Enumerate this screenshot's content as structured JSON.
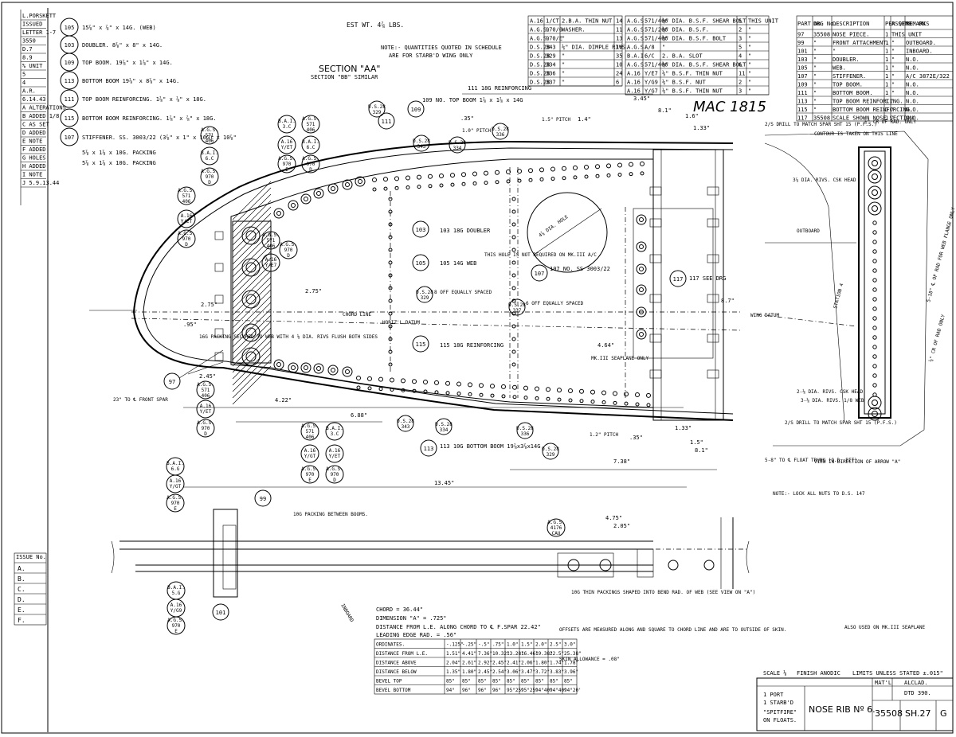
{
  "header": {
    "est_weight": "EST WT. 4⅞ LBS.",
    "quantity_note_line1": "NOTE:- QUANTITIES QUOTED IN SCHEDULE",
    "quantity_note_line2": "ARE FOR STARB'D WING ONLY",
    "section_title": "SECTION \"AA\"",
    "section_sub": "SECTION \"BB\" SIMILAR",
    "handwritten": "MAC 1815"
  },
  "left_strip": {
    "lines": [
      "L.PORSKETT",
      "ISSUED",
      "LETTER 1-7",
      "3550",
      "D.7",
      "8.9",
      "% UNIT",
      "5",
      "4",
      "A.R.",
      "6.14.43",
      "A ALTERATIONS",
      "B ADDED 1/8",
      "C AS SET",
      "D ADDED",
      "E NOTE",
      "F ADDED",
      "G HOLES",
      "H ADDED",
      "I NOTE",
      "J 5.9.13.44"
    ],
    "issue_label": "ISSUE No.",
    "issues": [
      "A.",
      "B.",
      "C.",
      "D.",
      "E.",
      "F."
    ]
  },
  "part_list": [
    {
      "no": "105",
      "text": "15⅞\" x ⅞\" x 14G. (WEB)"
    },
    {
      "no": "103",
      "text": "DOUBLER. 8⅞\" x 8\" x 14G."
    },
    {
      "no": "109",
      "text": "TOP BOOM. 19⅞\" x 1⅞\" x 14G."
    },
    {
      "no": "113",
      "text": "BOTTOM BOOM 19⅞\" x 8⅞\" x 14G."
    },
    {
      "no": "111",
      "text": "TOP BOOM REINFORCING. 1⅞\" x ⅞\" x 18G."
    },
    {
      "no": "115",
      "text": "BOTTOM BOOM REINFORCING. 1⅞\" x ⅞\" x 18G."
    },
    {
      "no": "107",
      "text": "STIFFENER. SS. 3003/22 (3⅞\" x 1\" x 16G) x 10⅞\""
    }
  ],
  "packing_notes": [
    "5⅞ x 1⅞ x 10G. PACKING",
    "5⅞ x 1⅞ x 10G. PACKING"
  ],
  "schedule_a": {
    "rows": [
      [
        "A.16",
        "1/CT",
        "2.B.A. THIN NUT",
        "14"
      ],
      [
        "A.G.S.",
        "970/0",
        "WASHER.",
        "11"
      ],
      [
        "A.G.S.",
        "970/E",
        "\"",
        "13"
      ],
      [
        "D.S.28",
        "343",
        "⅛\" DIA. DIMPLE RIVS.",
        "16"
      ],
      [
        "D.S.28",
        "329",
        "\"",
        "35"
      ],
      [
        "D.S.28",
        "334",
        "\"",
        "10"
      ],
      [
        "D.S.28",
        "336",
        "\"",
        "24"
      ],
      [
        "D.S.28",
        "337",
        "\"",
        "6"
      ]
    ]
  },
  "schedule_b": {
    "rows": [
      [
        "A.G.S.",
        "571/406",
        "⅛\" DIA. B.S.F. SHEAR BOLT",
        "5",
        "THIS UNIT"
      ],
      [
        "A.G.S.",
        "571/206",
        "⅛\" DIA. B.S.F.",
        "2",
        "\""
      ],
      [
        "A.G.S.",
        "571/406",
        "⅛\" DIA. B.S.F. BOLT",
        "3",
        "\""
      ],
      [
        "A.G.S.",
        "A/8",
        "\"",
        "5",
        "\""
      ],
      [
        "B.A.I.",
        "6/C",
        "2. B.A. SLOT",
        "4",
        "\""
      ],
      [
        "A.G.S.",
        "571/406",
        "⅛\" DIA. B.S.F. SHEAR BOLT",
        "6",
        "\""
      ],
      [
        "A.16",
        "Y/E7",
        "⅛\" B.S.F. THIN NUT",
        "11",
        "\""
      ],
      [
        "A.16",
        "Y/G9",
        "⅛\" B.S.F. NUT",
        "2",
        "\""
      ],
      [
        "A.16",
        "Y/G7",
        "⅛\" B.S.F. THIN NUT",
        "3",
        "\""
      ]
    ]
  },
  "schedule_c": {
    "headers": [
      "PART No.",
      "DRG No.",
      "DESCRIPTION",
      "PER QTY",
      "ASSEMB. ON",
      "REMARKS"
    ],
    "rows": [
      [
        "97",
        "35508",
        "NOSE PIECE.",
        "1",
        "THIS UNIT",
        ""
      ],
      [
        "99",
        "\"",
        "FRONT ATTACHMENT.",
        "1",
        "\"",
        "OUTBOARD."
      ],
      [
        "101",
        "\"",
        "\"",
        "1",
        "\"",
        "INBOARD."
      ],
      [
        "103",
        "\"",
        "DOUBLER.",
        "1",
        "\"",
        "N.O."
      ],
      [
        "105",
        "\"",
        "WEB.",
        "1",
        "\"",
        "N.O."
      ],
      [
        "107",
        "\"",
        "STIFFENER.",
        "1",
        "\"",
        "A/C 3872E/322"
      ],
      [
        "109",
        "\"",
        "TOP BOOM.",
        "1",
        "\"",
        "N.O."
      ],
      [
        "111",
        "\"",
        "BOTTOM BOOM.",
        "1",
        "\"",
        "N.O."
      ],
      [
        "113",
        "\"",
        "TOP BOOM REINFORCING.",
        "1",
        "\"",
        "N.O."
      ],
      [
        "115",
        "\"",
        "BOTTOM BOOM REINFORCING.",
        "1",
        "\"",
        "N.O."
      ],
      [
        "117",
        "35508",
        "SCALE SHOWN NOSE SECTION",
        "1",
        "\"",
        "N.O."
      ]
    ]
  },
  "callouts": {
    "c97": "97",
    "c99": "99",
    "c101": "101",
    "c103": "103",
    "c105": "105",
    "c107": "107",
    "c109": "109",
    "c111": "111",
    "c113": "113",
    "c115": "115",
    "c117": "117",
    "l103": "103 18G DOUBLER",
    "l105": "105 14G WEB",
    "l107": "107 NO. SS 3003/22",
    "l111": "111 18G REINFORCING",
    "l113": "113 10G BOTTOM BOOM 19⅞x3⅞x14G",
    "l115": "115 18G REINFORCING",
    "l117": "117 SEE DRG",
    "l109": "109 NO. TOP BOOM 1⅞ x 1⅞ x 14G"
  },
  "bolt_labels": {
    "b1": [
      "A.G.S.",
      "571",
      "406"
    ],
    "b2": [
      "B.A.I.",
      "6.C"
    ],
    "b3": [
      "A.G.S.",
      "970",
      "D"
    ],
    "b4": [
      "A.G.S.",
      "571",
      "406"
    ],
    "b5": [
      "A.16",
      "Y/ET"
    ],
    "b6": [
      "A.G.S.",
      "970",
      "D"
    ],
    "b7": [
      "B.A.I.",
      "3.C"
    ],
    "b8": [
      "A.16",
      "Y/ET"
    ],
    "b9": [
      "A.G.S.",
      "970",
      "E"
    ],
    "b10": [
      "A.G.S.",
      "571",
      "406"
    ],
    "b11": [
      "B.A.I.",
      "6.C"
    ],
    "b12": [
      "A.G.S.",
      "970",
      "D"
    ],
    "b13": [
      "A.G.S.",
      "571",
      "406"
    ],
    "b14": [
      "A.16",
      "Y/E7"
    ],
    "b15": [
      "A.G.S.",
      "970",
      "D"
    ],
    "b16": [
      "B.A.I.",
      "3.C"
    ],
    "b17": [
      "A.16",
      "Y/ET"
    ],
    "b18": [
      "A.G.S.",
      "970",
      "D"
    ],
    "b19": [
      "B.A.I.",
      "6.G"
    ],
    "b20": [
      "A.16",
      "Y/GT"
    ],
    "b21": [
      "A.G.S.",
      "970",
      "E"
    ],
    "b22": [
      "B.A.I.",
      "5.G"
    ],
    "b23": [
      "A.16",
      "Y/G9"
    ],
    "b24": [
      "A.G.S.",
      "970",
      "E"
    ],
    "b25": [
      "A.G.S.",
      "571",
      "406"
    ],
    "b26": [
      "A.16",
      "Y/ET"
    ],
    "b27": [
      "A.G.S.",
      "970",
      "D"
    ],
    "b28": [
      "A.G.S.",
      "571",
      "406"
    ],
    "b29": [
      "A.16",
      "Y/GT"
    ],
    "b30": [
      "A.G.S.",
      "970",
      "E"
    ],
    "b31": [
      "A.G.S.",
      "4176",
      "CAU"
    ]
  },
  "rivet_labels": {
    "r1": [
      "D.S.28",
      "329"
    ],
    "r2": [
      "D.S.28",
      "343"
    ],
    "r3": [
      "D.S.28",
      "334"
    ],
    "r4": [
      "D.S.28",
      "336"
    ],
    "r5": [
      "D.S.28",
      "329"
    ],
    "r6": [
      "D.S.28",
      "337"
    ],
    "r7": [
      "D.S.28",
      "343"
    ],
    "r8": [
      "D.S.28",
      "334"
    ],
    "r9": [
      "D.S.28",
      "336"
    ],
    "r10": [
      "D.S.28",
      "329"
    ]
  },
  "annotations": {
    "a1": "8 OFF EQUALLY SPACED",
    "a2": "6 OFF EQUALLY SPACED",
    "a3": "16G PACKING SECURED TO WEB WITH 4 ⅛ DIA. RIVS FLUSH BOTH SIDES",
    "a4": "CHORD LINE",
    "a5": "HORIZ'L DATUM",
    "a6": "MK.III SEAPLANE ONLY",
    "a7": "THIS HOLE IS NOT REQUIRED ON MK.III A/C",
    "a8": "4⅞ DIA. HOLE",
    "a9": "23\" TO ℄ FRONT SPAR",
    "a10": "2/S DRILL TO MATCH SPAR SHT 15 (P.F.S.)",
    "a11": "5-8\" TO ℄ FLOAT TRUNK (O.D. BIT)",
    "a12": "CONTOUR IS TAKEN ON THIS LINE",
    "a13": "OUTBOARD",
    "a14": "WING DATUM",
    "a15": "STATION 4",
    "a16": "2/S DRILL TO MATCH SPAR SHT 15 (P.F.S.)",
    "a17": "⅛\" CR OF RAD. ONLY",
    "a18": "5-18\" ℄ OF RAD FOR WEB FLANGE ONLY",
    "a19": "⅛\" CR OF RAD ONLY",
    "a20": "VIEW IN DIRECTION OF ARROW \"A\"",
    "a21": "NOTE:- LOCK ALL NUTS TO D.S. 147",
    "a22": "10G PACKING BETWEEN BOOMS.",
    "a23": "INBOARD",
    "a24": "10G THIN PACKINGS SHAPED INTO BEND RAD. OF WEB (SEE VIEW ON \"A\")",
    "a25": "ALSO USED ON MK.III SEAPLANE",
    "a26": "OFFSETS ARE MEASURED ALONG AND SQUARE TO CHORD LINE AND ARE TO OUTSIDE OF SKIN.",
    "a27": "SKIN ALLOWANCE = .08\"",
    "a28": "1.5\" PITCH",
    "a29": "1.0\" PITCH",
    "a30": "1.2\" PITCH",
    "a31": "3⅞ DIA. RIVS. CSK HEAD",
    "a32": "2-⅛ DIA. RIVS. CSK HEAD",
    "a33": "3-⅛ DIA. RIVS. 1/8 WEB"
  },
  "dims": {
    "d1": "3.45\"",
    "d2": "8.1\"",
    "d3": "4.22\"",
    "d4": "6.88\"",
    "d5": "7.38\"",
    "d6": "13.45\"",
    "d7": "1.33\"",
    "d8": "1.5\"",
    "d9": "8.1\"",
    "d10": "4.75\"",
    "d11": "2.05\"",
    "d12": "2.75\"",
    "d13": "4.64\"",
    "d14": "8.7\"",
    "d15": "1.33\"",
    "d16": ".35\"",
    "d17": "1.6\"",
    "d18": ".35\"",
    "d19": "2.75\"",
    "d20": ".95\"",
    "d21": "2.45\"",
    "d22": "1.4\""
  },
  "leading_edge": {
    "chord": "CHORD = 36.44\"",
    "dimension_a": "DIMENSION \"A\" = .725\"",
    "distance_le": "DISTANCE FROM L.E. ALONG CHORD TO ℄ F.SPAR 22.42\"",
    "le_rad": "LEADING EDGE RAD. = .56\"",
    "headers": [
      "ORDINATES.",
      "-.125\"",
      "-.25\"",
      "-.5\"",
      ".75\"",
      "1.0\"",
      "1.5\"",
      "2.0\"",
      "2.5\"",
      "3.0\""
    ],
    "rows": [
      [
        "DISTANCE FROM L.E.",
        "1.51\"",
        "4.41\"",
        "7.36\"",
        "10.32\"",
        "13.28\"",
        "16.46\"",
        "19.38\"",
        "22.5\"",
        "25.38\""
      ],
      [
        "DISTANCE ABOVE",
        "2.04\"",
        "2.61\"",
        "2.92\"",
        "2.45\"",
        "2.41\"",
        "2.06\"",
        "1.80\"",
        "1.74\"",
        "1.78\""
      ],
      [
        "DISTANCE BELOW",
        "1.35\"",
        "1.80\"",
        "2.45\"",
        "2.54\"",
        "3.06\"",
        "3.47\"",
        "3.72\"",
        "3.83\"",
        "3.96\""
      ],
      [
        "BEVEL TOP",
        "85°",
        "85°",
        "85°",
        "85°",
        "85°",
        "85°",
        "85°",
        "85°",
        "85°"
      ],
      [
        "BEVEL BOTTOM",
        "94°",
        "96°",
        "96°",
        "96°",
        "95°25'",
        "95°25'",
        "94°40'",
        "94°40'",
        "94°20'"
      ]
    ]
  },
  "title_block": {
    "scale": "SCALE ⅛",
    "finish": "FINISH ANODIC",
    "limits": "LIMITS UNLESS STATED ±.015\"",
    "material_label": "MAT'L",
    "material": "ALCLAD.",
    "spec": "DTD 390.",
    "for_line1": "1 PORT",
    "for_line2": "1 STARB'D",
    "for_line3": "\"SPITFIRE\"",
    "for_line4": "ON FLOATS.",
    "title": "NOSE RIB Nº 6.",
    "drawing_no": "35508",
    "sheet": "SH.27",
    "issue": "G"
  }
}
